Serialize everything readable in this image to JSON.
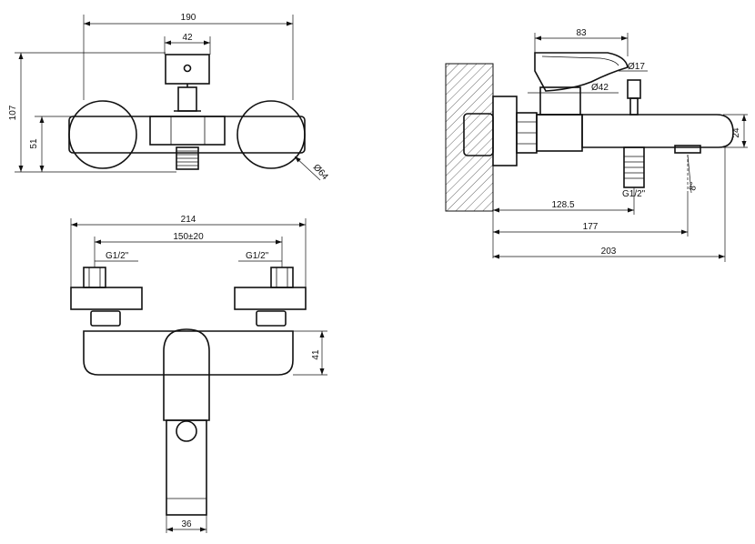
{
  "front_view": {
    "width_190": "190",
    "width_42": "42",
    "height_107": "107",
    "height_51": "51",
    "diameter_64": "Ø64"
  },
  "side_view": {
    "length_83": "83",
    "diameter_17": "Ø17",
    "diameter_42": "Ø42",
    "height_24": "24",
    "thread": "G1/2\"",
    "angle": "8°",
    "length_128_5": "128.5",
    "length_177": "177",
    "length_203": "203"
  },
  "top_view": {
    "width_214": "214",
    "spacing": "150±20",
    "thread_left": "G1/2\"",
    "thread_right": "G1/2\"",
    "height_41": "41",
    "spout_width": "36"
  }
}
